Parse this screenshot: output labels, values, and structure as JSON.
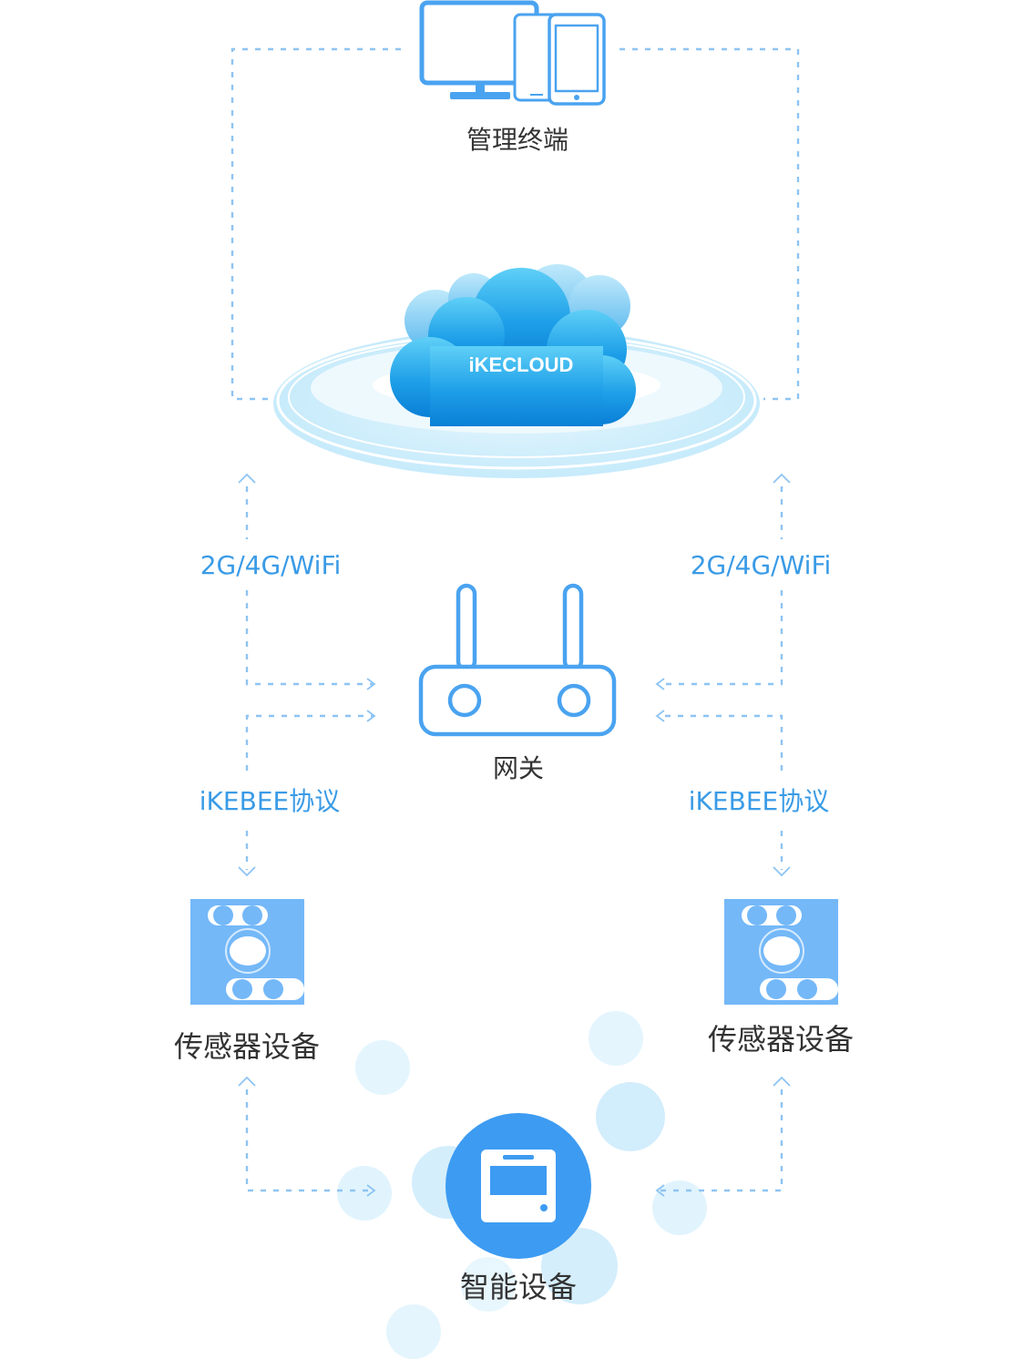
{
  "nodes": {
    "terminal": "管理终端",
    "cloud": "iKECLOUD",
    "gateway": "网关",
    "sensor_left": "传感器设备",
    "sensor_right": "传感器设备",
    "smart_device": "智能设备"
  },
  "links": {
    "cloud_gateway_left": "2G/4G/WiFi",
    "cloud_gateway_right": "2G/4G/WiFi",
    "gateway_sensor_left": "iKEBEE协议",
    "gateway_sensor_right": "iKEBEE协议"
  },
  "colors": {
    "line": "#8ec4f3",
    "icon_stroke": "#4aa3f0",
    "label_blue": "#3a9be6",
    "label_dark": "#333333",
    "sensor_fill": "#74b8f8",
    "device_fill": "#3d9bf2"
  }
}
